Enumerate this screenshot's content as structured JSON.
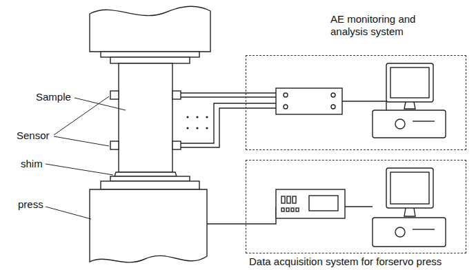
{
  "diagram": {
    "nodes": [
      {
        "text": [
          "AE monitoring and analysis system"
        ]
      },
      {
        "text": [
          "Data acquisition system for forservo press"
        ]
      }
    ],
    "labels": [
      "Sample",
      "Sensor",
      "shim",
      "press"
    ]
  }
}
